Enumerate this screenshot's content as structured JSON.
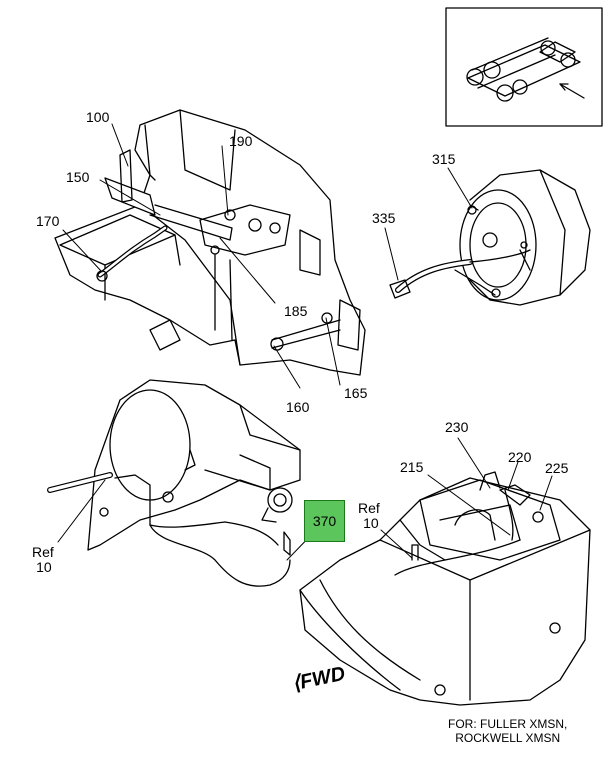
{
  "callouts": {
    "c100": "100",
    "c190": "190",
    "c150": "150",
    "c170": "170",
    "c185": "185",
    "c160": "160",
    "c165": "165",
    "c315": "315",
    "c335": "335",
    "c230": "230",
    "c220": "220",
    "c225": "225",
    "c215": "215",
    "c370": "370"
  },
  "refs": {
    "left": {
      "word": "Ref",
      "num": "10"
    },
    "right": {
      "word": "Ref",
      "num": "10"
    }
  },
  "fwd_label": "FWD",
  "note": {
    "line1": "FOR: FULLER XMSN,",
    "line2": "ROCKWELL XMSN"
  },
  "colors": {
    "highlight": "#5cc55c",
    "line": "#000000"
  }
}
